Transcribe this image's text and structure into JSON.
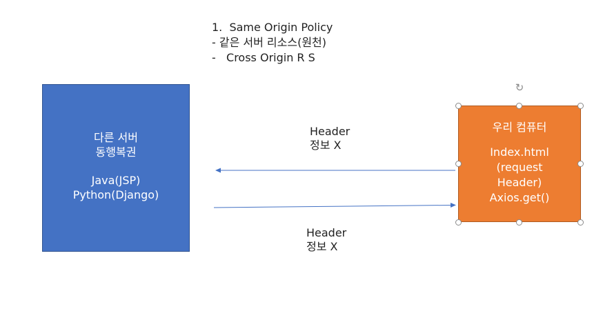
{
  "notes": {
    "item1": "1.  Same Origin Policy",
    "item2": "- 같은 서버 리소스(원천)",
    "item3": "-   Cross Origin R S"
  },
  "left_box": {
    "line1": "다른 서버",
    "line2": "동행복권",
    "line3": "Java(JSP)",
    "line4": "Python(Django)",
    "fill": "#4472c4"
  },
  "right_box": {
    "line1": "우리 컴퓨터",
    "line2": "Index.html",
    "line3": "(request",
    "line4": "Header)",
    "line5": "Axios.get()",
    "fill": "#ed7d31"
  },
  "top_label": {
    "line1": "Header",
    "line2": "정보 X"
  },
  "bottom_label": {
    "line1": "Header",
    "line2": "정보 X"
  },
  "arrow_color": "#4472c4"
}
